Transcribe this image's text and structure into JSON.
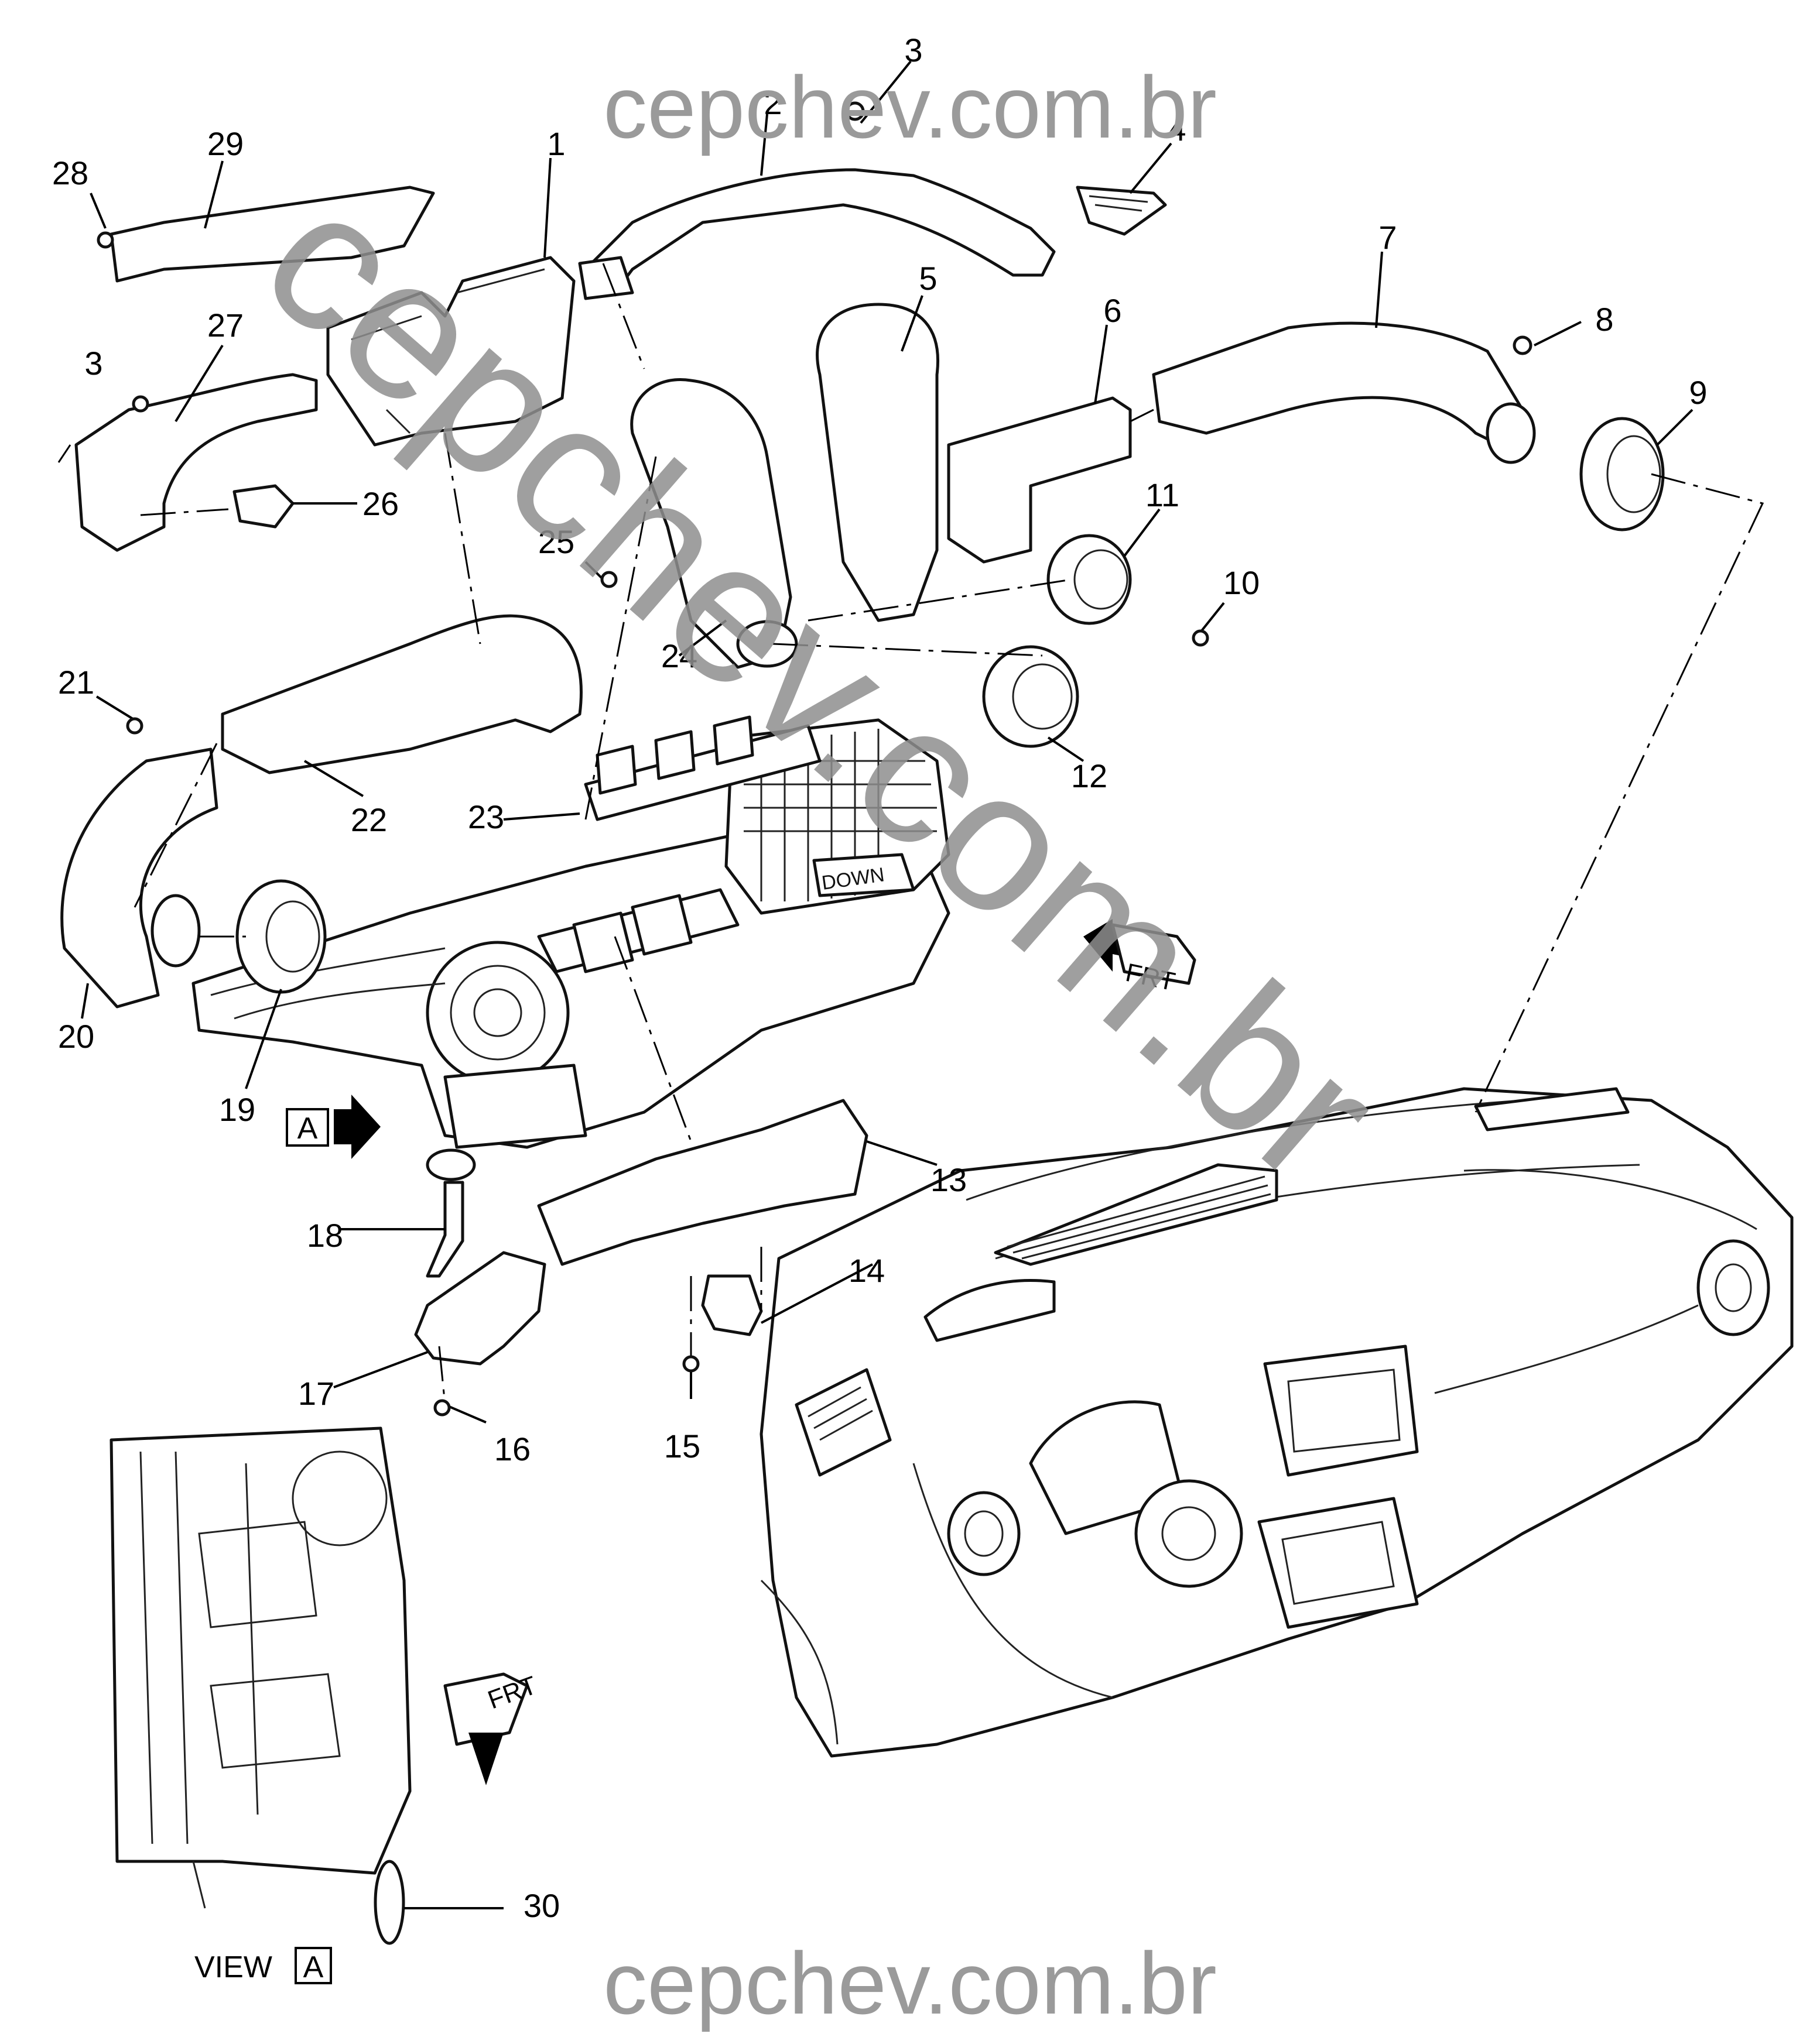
{
  "watermark": {
    "top": "cepchev.com.br",
    "bottom": "cepchev.com.br",
    "diagonal": "cepchev.com.br",
    "color": "#9a9a9a"
  },
  "callouts": [
    {
      "id": "1",
      "label": "1"
    },
    {
      "id": "2",
      "label": "2"
    },
    {
      "id": "3a",
      "label": "3"
    },
    {
      "id": "3b",
      "label": "3"
    },
    {
      "id": "4",
      "label": "4"
    },
    {
      "id": "5",
      "label": "5"
    },
    {
      "id": "6",
      "label": "6"
    },
    {
      "id": "7",
      "label": "7"
    },
    {
      "id": "8",
      "label": "8"
    },
    {
      "id": "9",
      "label": "9"
    },
    {
      "id": "10",
      "label": "10"
    },
    {
      "id": "11",
      "label": "11"
    },
    {
      "id": "12",
      "label": "12"
    },
    {
      "id": "13",
      "label": "13"
    },
    {
      "id": "14",
      "label": "14"
    },
    {
      "id": "15",
      "label": "15"
    },
    {
      "id": "16",
      "label": "16"
    },
    {
      "id": "17",
      "label": "17"
    },
    {
      "id": "18",
      "label": "18"
    },
    {
      "id": "19",
      "label": "19"
    },
    {
      "id": "20",
      "label": "20"
    },
    {
      "id": "21",
      "label": "21"
    },
    {
      "id": "22",
      "label": "22"
    },
    {
      "id": "23",
      "label": "23"
    },
    {
      "id": "24",
      "label": "24"
    },
    {
      "id": "25",
      "label": "25"
    },
    {
      "id": "26",
      "label": "26"
    },
    {
      "id": "27",
      "label": "27"
    },
    {
      "id": "28",
      "label": "28"
    },
    {
      "id": "29",
      "label": "29"
    },
    {
      "id": "30",
      "label": "30"
    }
  ],
  "hvac_label": "DOWN",
  "direction_main": "FRT",
  "direction_view": "FRT",
  "view_marker": "A",
  "view_caption": {
    "prefix": "VIEW",
    "letter": "A"
  }
}
